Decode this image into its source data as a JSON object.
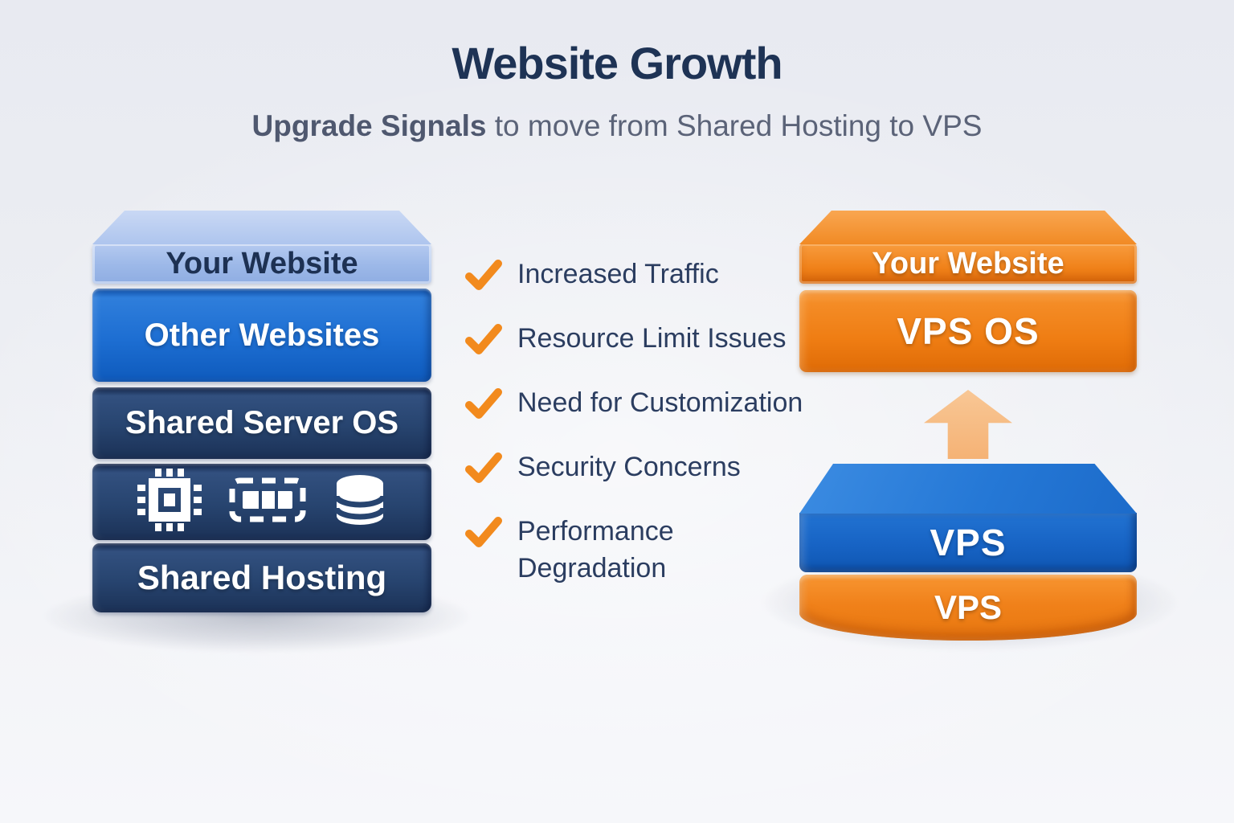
{
  "header": {
    "title": "Website Growth",
    "subtitle_bold": "Upgrade Signals",
    "subtitle_rest": " to move from Shared Hosting to VPS"
  },
  "left_stack": {
    "layers": [
      {
        "label": "Your Website"
      },
      {
        "label": "Other Websites"
      },
      {
        "label": "Shared Server OS"
      },
      {
        "label": "",
        "icons": [
          "cpu-icon",
          "ram-icon",
          "database-icon"
        ]
      },
      {
        "label": "Shared Hosting"
      }
    ]
  },
  "checklist": {
    "items": [
      {
        "label": "Increased Traffic"
      },
      {
        "label": "Resource Limit Issues"
      },
      {
        "label": "Need for Customization"
      },
      {
        "label": "Security Concerns"
      },
      {
        "label": "Performance Degradation"
      }
    ]
  },
  "right_stack": {
    "top_block": {
      "label": "Your Website"
    },
    "os_block": {
      "label": "VPS OS"
    },
    "vps_block": {
      "label": "VPS"
    },
    "vps_base_block": {
      "label": "VPS"
    }
  },
  "colors": {
    "title_navy": "#1E3355",
    "subtitle_gray": "#5B6378",
    "check_orange": "#F28A1D",
    "bright_blue": "#1B6CCE",
    "navy_block": "#27446F",
    "light_blue_block": "#A9C2EC",
    "orange_block": "#F0821A",
    "arrow_peach": "#F5B275",
    "checklist_text": "#2B3D60"
  }
}
